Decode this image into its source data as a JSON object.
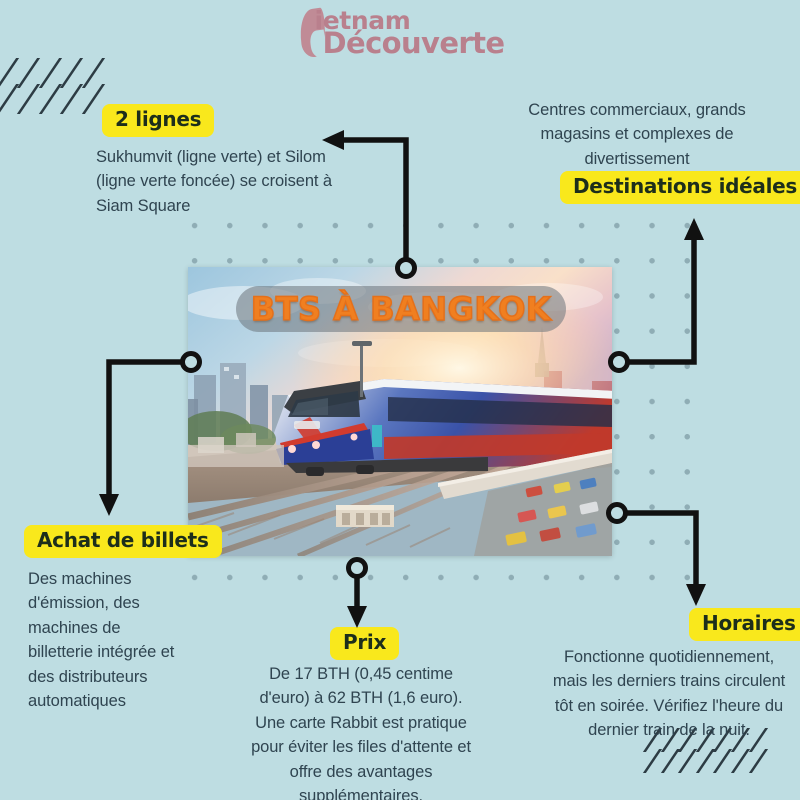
{
  "brand": {
    "line1": "ietnam",
    "line2": "Découverte",
    "color": "#b9808d"
  },
  "hero": {
    "title": "BTS À BANGKOK",
    "title_color": "#f07f20",
    "image_alt": "BTS skytrain bleu rouge et blanc circulant sur une voie surélevée au coucher du soleil à Bangkok"
  },
  "theme": {
    "background": "#bedde2",
    "badge_bg": "#f9e817",
    "badge_text": "#1d2e1b",
    "body_text": "#2f4450",
    "connector": "#111111",
    "dot": "#8fadb5"
  },
  "sections": [
    {
      "id": "lignes",
      "badge": "2 lignes",
      "text": "Sukhumvit (ligne verte) et Silom (ligne verte foncée) se croisent à Siam Square"
    },
    {
      "id": "destinations",
      "badge": "Destinations idéales",
      "text": "Centres commerciaux, grands magasins et complexes de divertissement"
    },
    {
      "id": "achat",
      "badge": "Achat de billets",
      "text": "Des machines d'émission, des machines de billetterie intégrée et des distributeurs automatiques"
    },
    {
      "id": "prix",
      "badge": "Prix",
      "text": "De 17 BTH (0,45 centime d'euro) à 62 BTH (1,6 euro). Une carte Rabbit est pratique pour éviter les files d'attente et offre des avantages supplémentaires."
    },
    {
      "id": "horaires",
      "badge": "Horaires",
      "text": "Fonctionne quotidiennement, mais les derniers trains circulent tôt en soirée. Vérifiez l'heure du dernier train de la nuit."
    }
  ]
}
